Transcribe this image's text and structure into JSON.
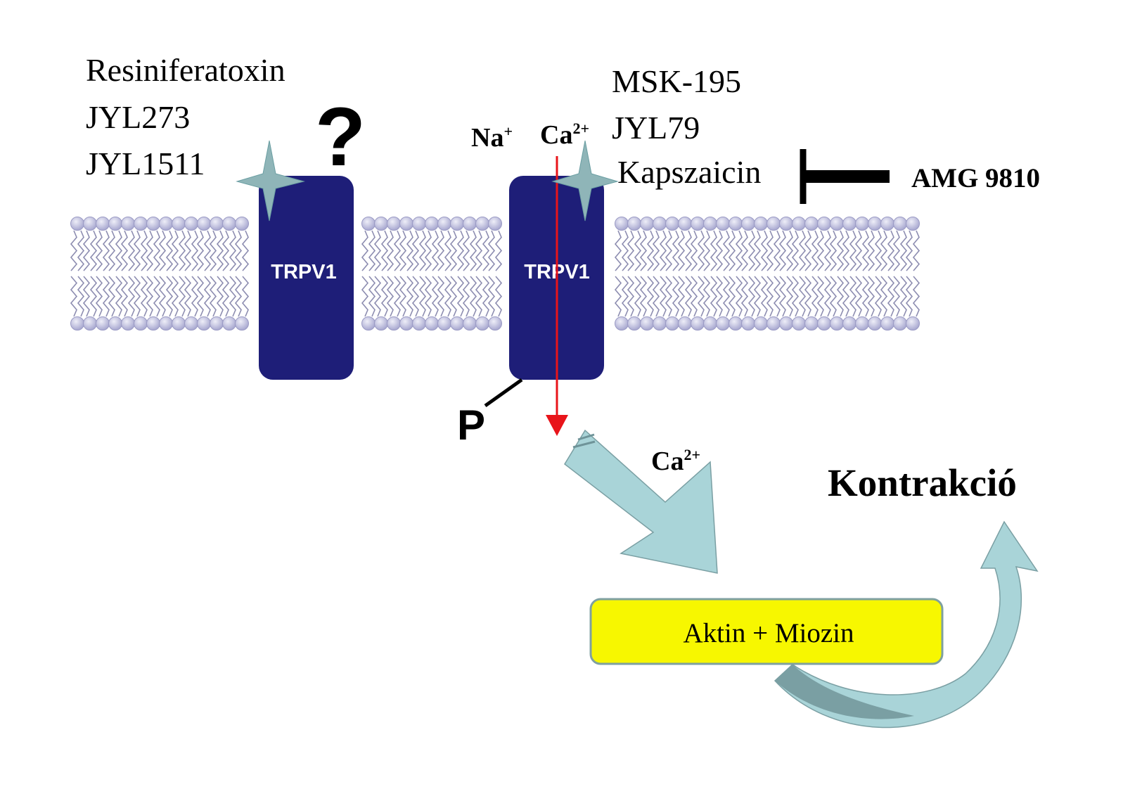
{
  "left_agonists": [
    "Resiniferatoxin",
    "JYL273",
    "JYL1511"
  ],
  "unknown_mark": "?",
  "right_agonists": [
    "MSK-195",
    "JYL79",
    "Kapszaicin"
  ],
  "antagonist": "AMG 9810",
  "ions_in": {
    "sodium": "Na",
    "sodium_charge": "+",
    "calcium": "Ca",
    "calcium_charge": "2+"
  },
  "channels": {
    "left_label": "TRPV1",
    "right_label": "TRPV1"
  },
  "phosphate": "P",
  "calcium_flow": {
    "ion": "Ca",
    "charge": "2+"
  },
  "target_box": "Aktin + Miozin",
  "outcome": "Kontrakció",
  "colors": {
    "channel": "#1e1e78",
    "lipid_head": "#c8c8e4",
    "lipid_tail": "#8c8cb0",
    "star": "#8fb5b8",
    "flow_arrow": "#a9d4d8",
    "flow_arrow_dark": "#7a9fa3",
    "calcium_arrow": "#e8141a",
    "box_fill": "#f7f700",
    "box_border": "#7fa0a0"
  }
}
